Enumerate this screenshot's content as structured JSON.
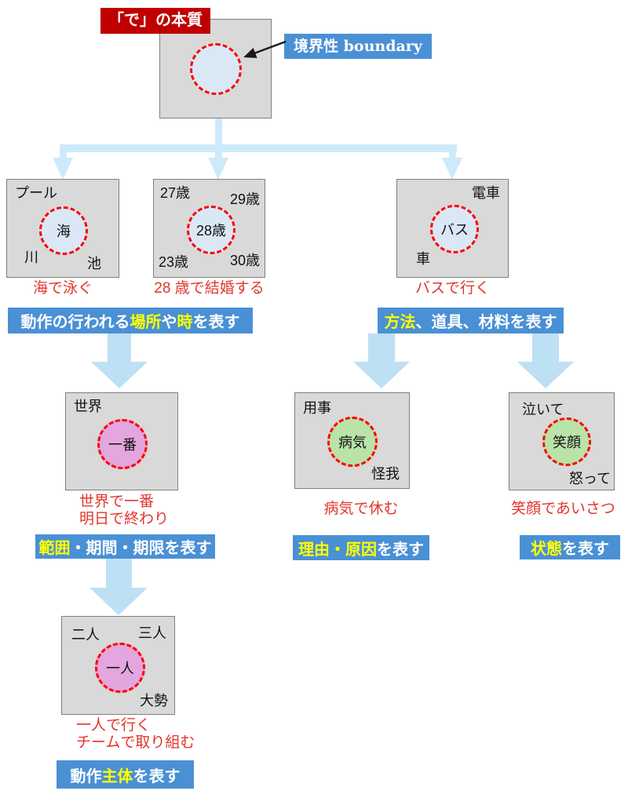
{
  "title": "「で」の本質",
  "boundary": "境界性 boundary",
  "boxes": {
    "umi": {
      "tl": "プール",
      "bl": "川",
      "br": "池",
      "center": "海",
      "caption": "海で泳ぐ"
    },
    "age": {
      "tl": "27歳",
      "tr": "29歳",
      "bl": "23歳",
      "br": "30歳",
      "center": "28歳",
      "caption": "28 歳で結婚する"
    },
    "bus": {
      "tr": "電車",
      "bl": "車",
      "center": "バス",
      "caption": "バスで行く"
    },
    "sekai": {
      "tl": "世界",
      "center": "一番",
      "caption1": "世界で一番",
      "caption2": "明日で終わり"
    },
    "youji": {
      "tl": "用事",
      "br": "怪我",
      "center": "病気",
      "caption": "病気で休む"
    },
    "naite": {
      "tl": "泣いて",
      "br": "怒って",
      "center": "笑顔",
      "caption": "笑顔であいさつ"
    },
    "hitori": {
      "tl": "二人",
      "tr": "三人",
      "br": "大勢",
      "center": "一人",
      "caption1": "一人で行く",
      "caption2": "チームで取り組む"
    }
  },
  "banners": {
    "place_time": [
      {
        "t": "動作の行われる"
      },
      {
        "t": "場所"
      },
      {
        "t": "や"
      },
      {
        "t": "時"
      },
      {
        "t": "を表す"
      }
    ],
    "method": [
      {
        "t": "方法"
      },
      {
        "t": "、道具、材料を表す"
      }
    ],
    "range": [
      {
        "t": "範囲"
      },
      {
        "t": "・期間・期限を表す"
      }
    ],
    "reason": [
      {
        "t": "理由・原因"
      },
      {
        "t": "を表す"
      }
    ],
    "state": [
      {
        "t": "状態"
      },
      {
        "t": "を表す"
      }
    ],
    "agent": [
      {
        "t": "動作"
      },
      {
        "t": "主体"
      },
      {
        "t": "を表す"
      }
    ]
  },
  "colors": {
    "title_bg": "#C00000",
    "banner_bg": "#4A90D5",
    "highlight_yellow": "#FFFF00",
    "caption_red": "#E1352C",
    "box_gray": "#D9D9D9",
    "circle_blue": "#DAE8F6",
    "circle_pink": "#E3A6DE",
    "circle_green": "#B9E3A8",
    "connector_blue": "#CDEAFB",
    "block_arrow_blue": "#BEE0F4",
    "dashed_circle_red": "#FF0000"
  }
}
